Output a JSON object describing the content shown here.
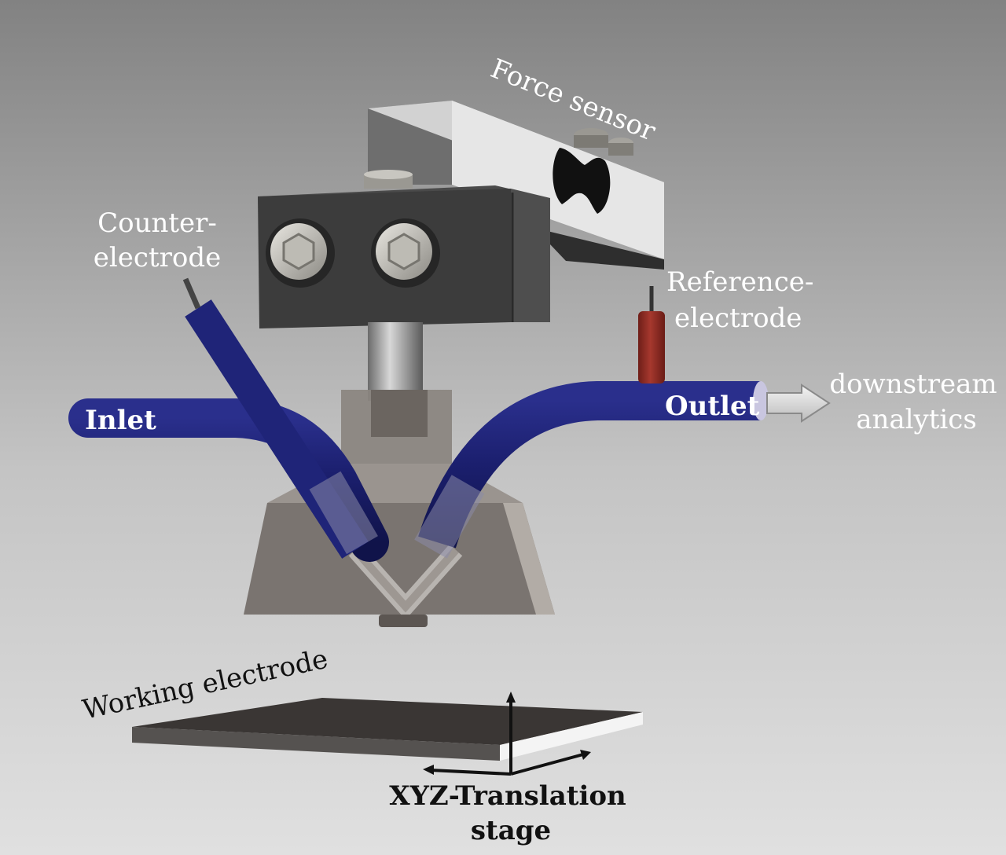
{
  "figure": {
    "type": "apparatus-schematic",
    "subject": "scanning electrochemical flow cell"
  },
  "labels": {
    "force_sensor": "Force sensor",
    "counter_electrode": [
      "Counter-",
      "electrode"
    ],
    "reference_electrode": [
      "Reference-",
      "electrode"
    ],
    "inlet": "Inlet",
    "outlet": "Outlet",
    "downstream": [
      "downstream",
      "analytics"
    ],
    "working_electrode": "Working electrode",
    "xyz_stage": [
      "XYZ-Translation",
      "stage"
    ]
  },
  "colors": {
    "background_top": "#828282",
    "background_bottom": "#e0e0e0",
    "tubing": "#1b1f6e",
    "tubing_highlight": "#3a40a8",
    "sensor_body": "#e4e4e4",
    "block_dark": "#3c3c3c",
    "cell_body": "#7a7470",
    "reference_electrode": "#8e2a22",
    "working_electrode": "#3a3634",
    "axis": "#111111"
  }
}
